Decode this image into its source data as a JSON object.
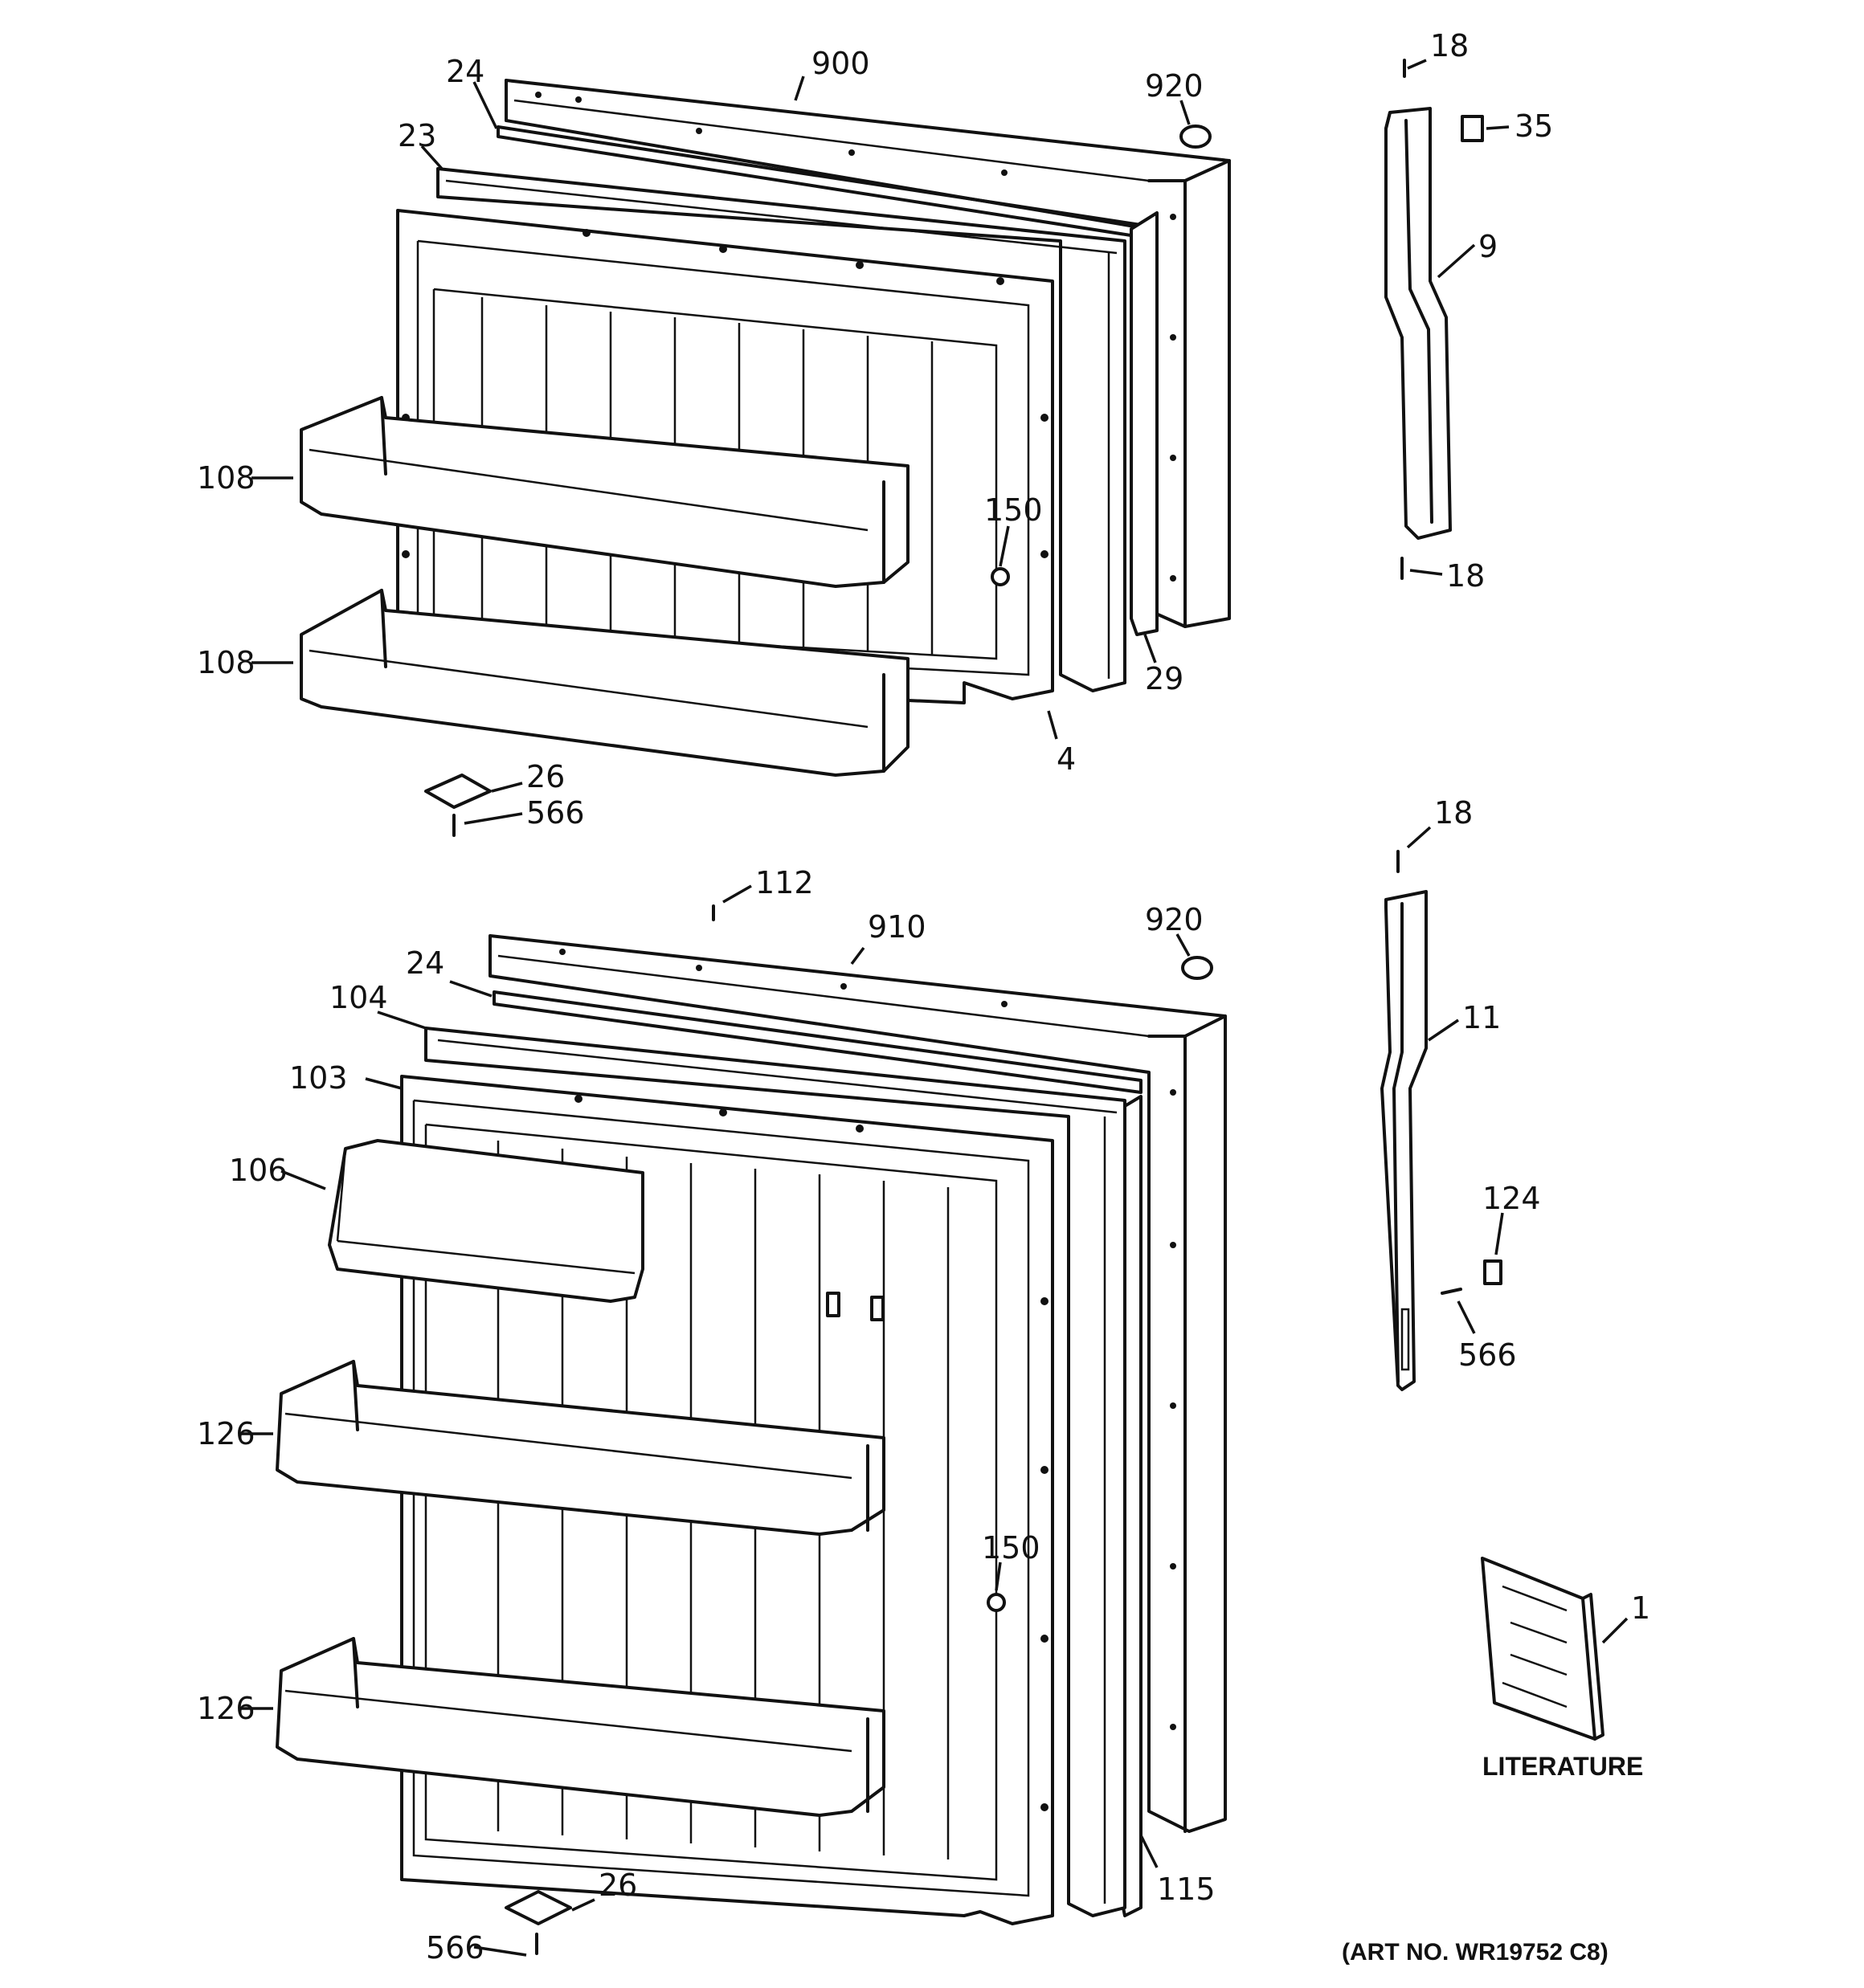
{
  "callouts": {
    "c900": "900",
    "c920_top": "920",
    "c24_top": "24",
    "c23": "23",
    "c18_a": "18",
    "c35": "35",
    "c9": "9",
    "c18_b": "18",
    "c108_a": "108",
    "c108_b": "108",
    "c150_top": "150",
    "c29": "29",
    "c4": "4",
    "c26_top": "26",
    "c566_top": "566",
    "c18_c": "18",
    "c112": "112",
    "c910": "910",
    "c920_bot": "920",
    "c24_bot": "24",
    "c104": "104",
    "c103": "103",
    "c106": "106",
    "c11": "11",
    "c124": "124",
    "c566_mid": "566",
    "c126_a": "126",
    "c126_b": "126",
    "c150_bot": "150",
    "c1": "1",
    "c115": "115",
    "c26_bot": "26",
    "c566_bot": "566"
  },
  "literature_label": "LITERATURE",
  "art_number": "(ART NO. WR19752 C8)"
}
